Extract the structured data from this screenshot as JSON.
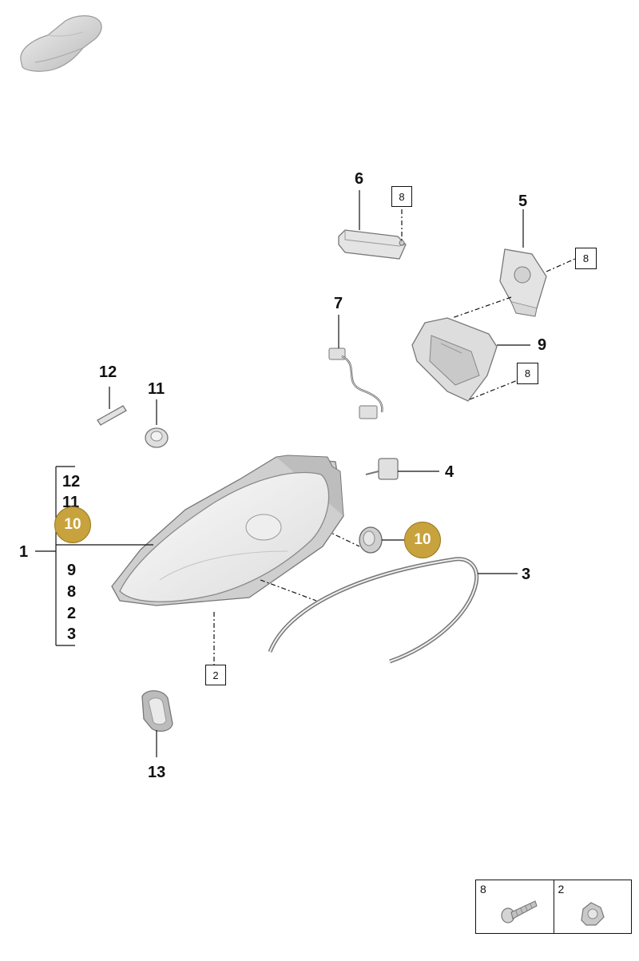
{
  "callouts": {
    "c1": "1",
    "c2": "2",
    "c3": "3",
    "c4": "4",
    "c5": "5",
    "c6": "6",
    "c7": "7",
    "c9": "9",
    "c11": "11",
    "c12": "12",
    "c13": "13"
  },
  "group_list": [
    "12",
    "11",
    "10",
    "9",
    "8",
    "2",
    "3"
  ],
  "boxed_refs": {
    "r6": "8",
    "r5": "8",
    "r9": "8",
    "r_main": "2"
  },
  "badges": {
    "left": "10",
    "right": "10"
  },
  "legend": {
    "screw": "8",
    "nut": "2"
  },
  "colors": {
    "badge": "#c8a23c",
    "part_stroke": "#7a7a7a",
    "part_fill": "#e6e6e6"
  }
}
